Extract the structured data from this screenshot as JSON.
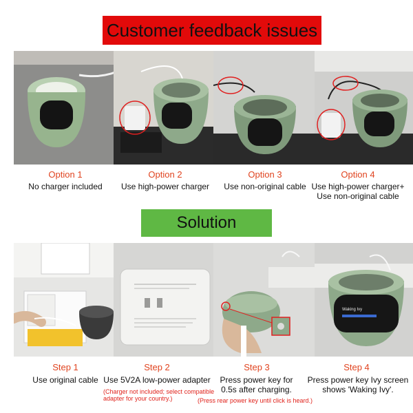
{
  "header": {
    "feedback_title": "Customer feedback issues",
    "solution_title": "Solution"
  },
  "colors": {
    "feedback_banner": "#e20a0a",
    "solution_banner": "#5fb844",
    "caption_accent": "#e0431f",
    "note_red": "#e0221b"
  },
  "options": [
    {
      "label": "Option 1",
      "text_line1": "No charger included",
      "text_line2": ""
    },
    {
      "label": "Option 2",
      "text_line1": "Use high-power charger",
      "text_line2": ""
    },
    {
      "label": "Option 3",
      "text_line1": "Use non-original cable",
      "text_line2": ""
    },
    {
      "label": "Option 4",
      "text_line1": "Use high-power charger+",
      "text_line2": "Use non-original cable"
    }
  ],
  "steps": [
    {
      "label": "Step 1",
      "text_line1": "Use original cable",
      "text_line2": ""
    },
    {
      "label": "Step 2",
      "text_line1": "Use 5V2A low-power adapter",
      "text_line2": ""
    },
    {
      "label": "Step 3",
      "text_line1": "Press power key for",
      "text_line2": "0.5s after charging."
    },
    {
      "label": "Step 4",
      "text_line1": "Press power key Ivy screen",
      "text_line2": "shows 'Waking Ivy'."
    }
  ],
  "notes": {
    "step2_line1": "(Charger not included; select compatible",
    "step2_line2": "adapter for your country.)",
    "step3": "(Press rear power key until click is heard.)"
  },
  "device_screen_text": "Waking Ivy"
}
